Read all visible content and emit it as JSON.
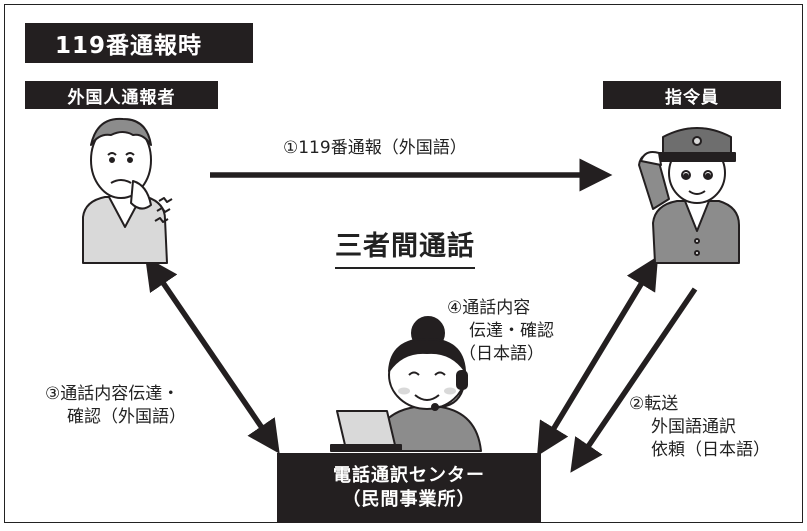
{
  "title": "119番通報時",
  "caller_label": "外国人通報者",
  "dispatcher_label": "指令員",
  "center_label": [
    "電話通訳センター",
    "（民間事業所）"
  ],
  "center_title": "三者間通話",
  "steps": {
    "step1": "①119番通報（外国語）",
    "step2": [
      "②転送",
      "外国語通訳",
      "依頼（日本語）"
    ],
    "step3": [
      "③通話内容伝達・",
      "確認（外国語）"
    ],
    "step4": [
      "④通話内容",
      "伝達・確認",
      "（日本語）"
    ]
  },
  "colors": {
    "box": "#231f20",
    "arrow": "#231f20",
    "skin": "#d9d9d9"
  },
  "icons": [
    "worried-man-icon",
    "dispatcher-saluting-icon",
    "operator-headset-icon",
    "laptop-icon"
  ]
}
